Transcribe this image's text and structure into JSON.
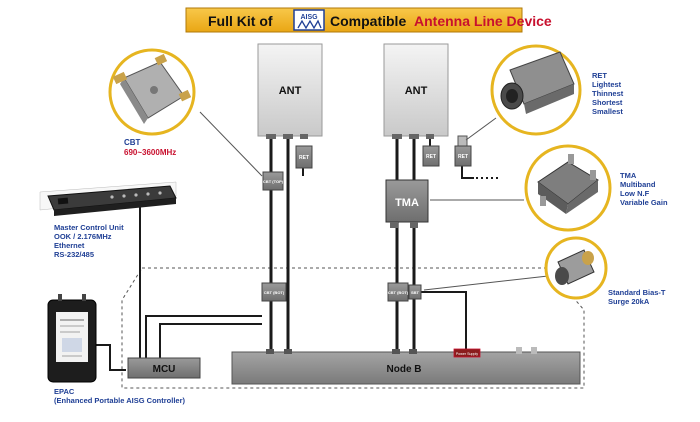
{
  "title": {
    "prefix": "Full Kit of",
    "logo": "AISG",
    "middle": "Compatible",
    "highlight": "Antenna Line Device"
  },
  "colors": {
    "title_bg": "#f2b21c",
    "accent_red": "#c8102e",
    "label_blue": "#1f3f95",
    "callout_ring": "#e6b520",
    "cable": "#1a1a1a",
    "antenna_fill": "#dcdcdc"
  },
  "antennas": [
    {
      "label": "ANT"
    },
    {
      "label": "ANT"
    }
  ],
  "modules": {
    "ret_left": "RET",
    "ret_mid": "RET",
    "ret_right": "RET",
    "cbt_upper": "CBT (TOP)",
    "tma": "TMA",
    "cbt_lower_left": "CBT (BOT)",
    "cbt_lower_right": "CBT (BOT)",
    "sbt": "SBT",
    "mcu": "MCU",
    "nodeb": "Node B",
    "power_supply": "Power Supply"
  },
  "callouts": {
    "cbt": {
      "name": "CBT",
      "spec": "690~3600MHz"
    },
    "ret": {
      "lines": [
        "RET",
        "Lightest",
        "Thinnest",
        "Shortest",
        "Smallest"
      ]
    },
    "tma": {
      "lines": [
        "TMA",
        "Multiband",
        "Low N.F",
        "Variable Gain"
      ]
    },
    "mcu": {
      "lines": [
        "Master Control Unit",
        "OOK / 2.176MHz",
        "Ethernet",
        "RS-232/485"
      ]
    },
    "biast": {
      "lines": [
        "Standard Bias-T",
        "Surge 20kA"
      ]
    },
    "epac": {
      "lines": [
        "EPAC",
        "(Enhanced Portable AISG Controller)"
      ]
    }
  },
  "icons": [
    "cbt-splitter-icon",
    "ret-actuator-icon",
    "tma-unit-icon",
    "master-control-rack-icon",
    "bias-t-icon",
    "epac-handheld-icon"
  ]
}
